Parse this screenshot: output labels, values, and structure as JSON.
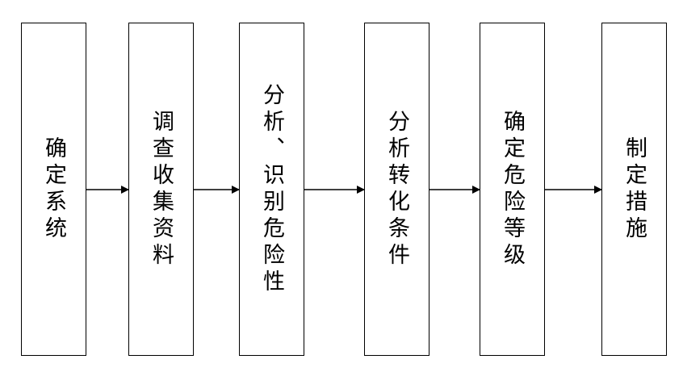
{
  "steps": [
    {
      "label": "确定系统"
    },
    {
      "label": "调查收集资料"
    },
    {
      "label": "分析、识别危险性"
    },
    {
      "label": "分析转化条件"
    },
    {
      "label": "确定危险等级"
    },
    {
      "label": "制定措施"
    }
  ],
  "colors": {
    "stroke": "#000000",
    "background": "#ffffff"
  }
}
